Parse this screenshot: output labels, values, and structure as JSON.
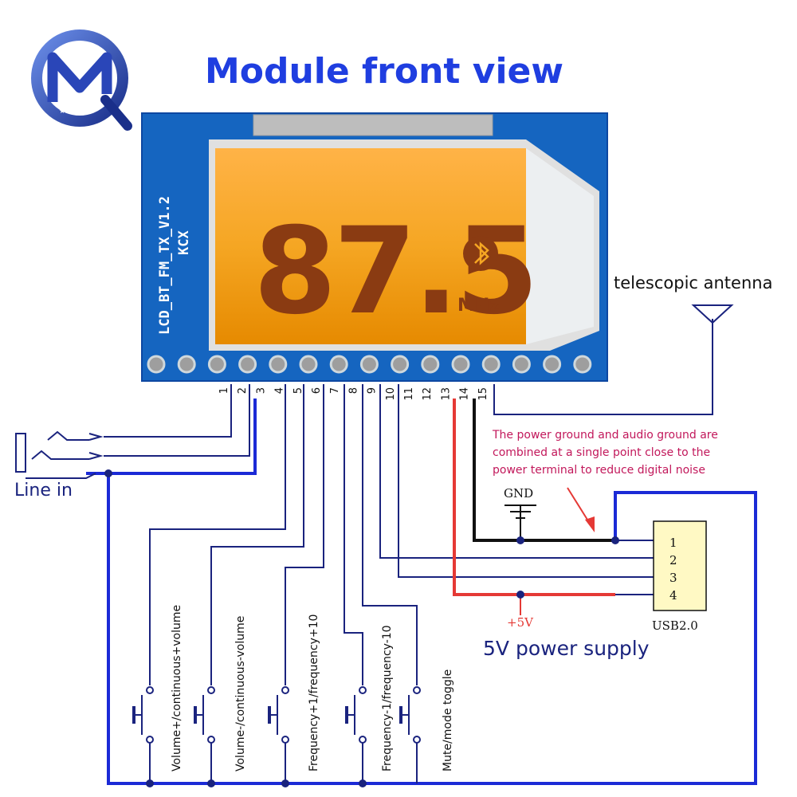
{
  "header": {
    "title": "Module front view"
  },
  "logo": {
    "letters": "MQ"
  },
  "pcb": {
    "silkscreen_line1": "LCD_BT_FM_TX_V1.2",
    "silkscreen_line2": "KCX",
    "lcd_frequency": "87.5",
    "lcd_unit": "MHz",
    "bluetooth_symbol": "ᛒ"
  },
  "pins": [
    "1",
    "2",
    "3",
    "4",
    "5",
    "6",
    "7",
    "8",
    "9",
    "10",
    "11",
    "12",
    "13",
    "14",
    "15"
  ],
  "antenna": {
    "label": "telescopic antenna"
  },
  "line_in": {
    "label": "Line in"
  },
  "note": {
    "line1": "The power ground and audio ground are",
    "line2": "combined at a single point close to the",
    "line3": "power terminal to reduce digital noise"
  },
  "gnd": {
    "label": "GND"
  },
  "usb": {
    "pins": [
      "1",
      "2",
      "3",
      "4"
    ],
    "label": "USB2.0"
  },
  "vcc": {
    "label": "+5V"
  },
  "power_supply": {
    "label": "5V power supply"
  },
  "buttons": [
    {
      "label": "Volume+/continuous+volume"
    },
    {
      "label": "Volume-/continuous-volume"
    },
    {
      "label": "Frequency+1/frequency+10"
    },
    {
      "label": "Frequency-1/frequency-10"
    },
    {
      "label": "Mute/mode toggle"
    }
  ],
  "colors": {
    "title": "#1f3ee0",
    "pcb": "#1565c0",
    "lcd": "#f5a623",
    "segment": "#8a3b12",
    "wire_blue": "#1b2ad6",
    "wire_navy": "#1a237e",
    "wire_red": "#e53935",
    "wire_black": "#111111",
    "note": "#c2185b",
    "usb_fill": "#fff9c4"
  }
}
